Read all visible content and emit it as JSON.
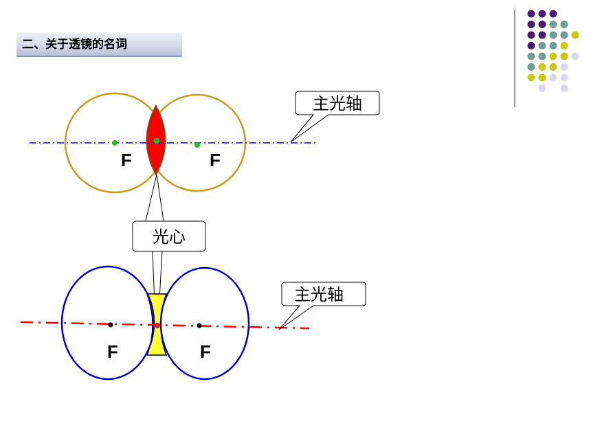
{
  "slide": {
    "title": "二、关于透镜的名词"
  },
  "diagram": {
    "top": {
      "focus_left": "F",
      "focus_right": "F",
      "axis_callout": "主光轴"
    },
    "center_callout": "光心",
    "bottom": {
      "focus_left": "F",
      "focus_right": "F",
      "axis_callout": "主光轴"
    }
  },
  "colors": {
    "dot_purple": "#4b1c73",
    "dot_teal": "#6e9e9c",
    "dot_olive": "#c9c910",
    "dot_lavender": "#d9d9ea",
    "convex_lens": "#ff0000",
    "concave_lens": "#ffff33",
    "top_circles": "#c89a1e",
    "bottom_circles": "#0000cc",
    "top_axis": "#0000ff",
    "bottom_axis": "#ff0000",
    "focus_dot": "#22bb22"
  }
}
